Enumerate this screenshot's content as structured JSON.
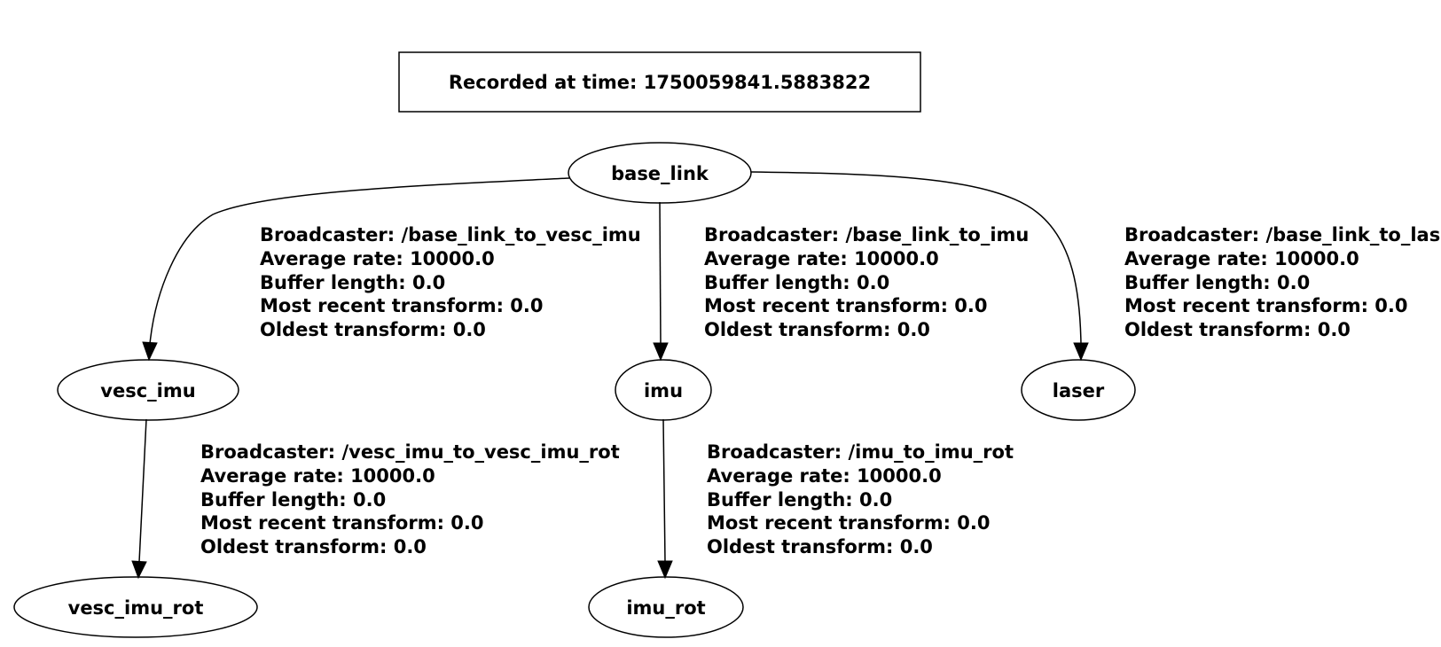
{
  "header": {
    "recorded_label": "Recorded at time: 1750059841.5883822"
  },
  "nodes": {
    "base_link": "base_link",
    "vesc_imu": "vesc_imu",
    "imu": "imu",
    "laser": "laser",
    "vesc_imu_rot": "vesc_imu_rot",
    "imu_rot": "imu_rot"
  },
  "edges": {
    "base_link_to_vesc_imu": {
      "broadcaster": "Broadcaster: /base_link_to_vesc_imu",
      "average_rate": "Average rate: 10000.0",
      "buffer_length": "Buffer length: 0.0",
      "most_recent": "Most recent transform: 0.0",
      "oldest": "Oldest transform: 0.0"
    },
    "base_link_to_imu": {
      "broadcaster": "Broadcaster: /base_link_to_imu",
      "average_rate": "Average rate: 10000.0",
      "buffer_length": "Buffer length: 0.0",
      "most_recent": "Most recent transform: 0.0",
      "oldest": "Oldest transform: 0.0"
    },
    "base_link_to_laser": {
      "broadcaster": "Broadcaster: /base_link_to_laser",
      "average_rate": "Average rate: 10000.0",
      "buffer_length": "Buffer length: 0.0",
      "most_recent": "Most recent transform: 0.0",
      "oldest": "Oldest transform: 0.0"
    },
    "vesc_imu_to_vesc_imu_rot": {
      "broadcaster": "Broadcaster: /vesc_imu_to_vesc_imu_rot",
      "average_rate": "Average rate: 10000.0",
      "buffer_length": "Buffer length: 0.0",
      "most_recent": "Most recent transform: 0.0",
      "oldest": "Oldest transform: 0.0"
    },
    "imu_to_imu_rot": {
      "broadcaster": "Broadcaster: /imu_to_imu_rot",
      "average_rate": "Average rate: 10000.0",
      "buffer_length": "Buffer length: 0.0",
      "most_recent": "Most recent transform: 0.0",
      "oldest": "Oldest transform: 0.0"
    }
  }
}
